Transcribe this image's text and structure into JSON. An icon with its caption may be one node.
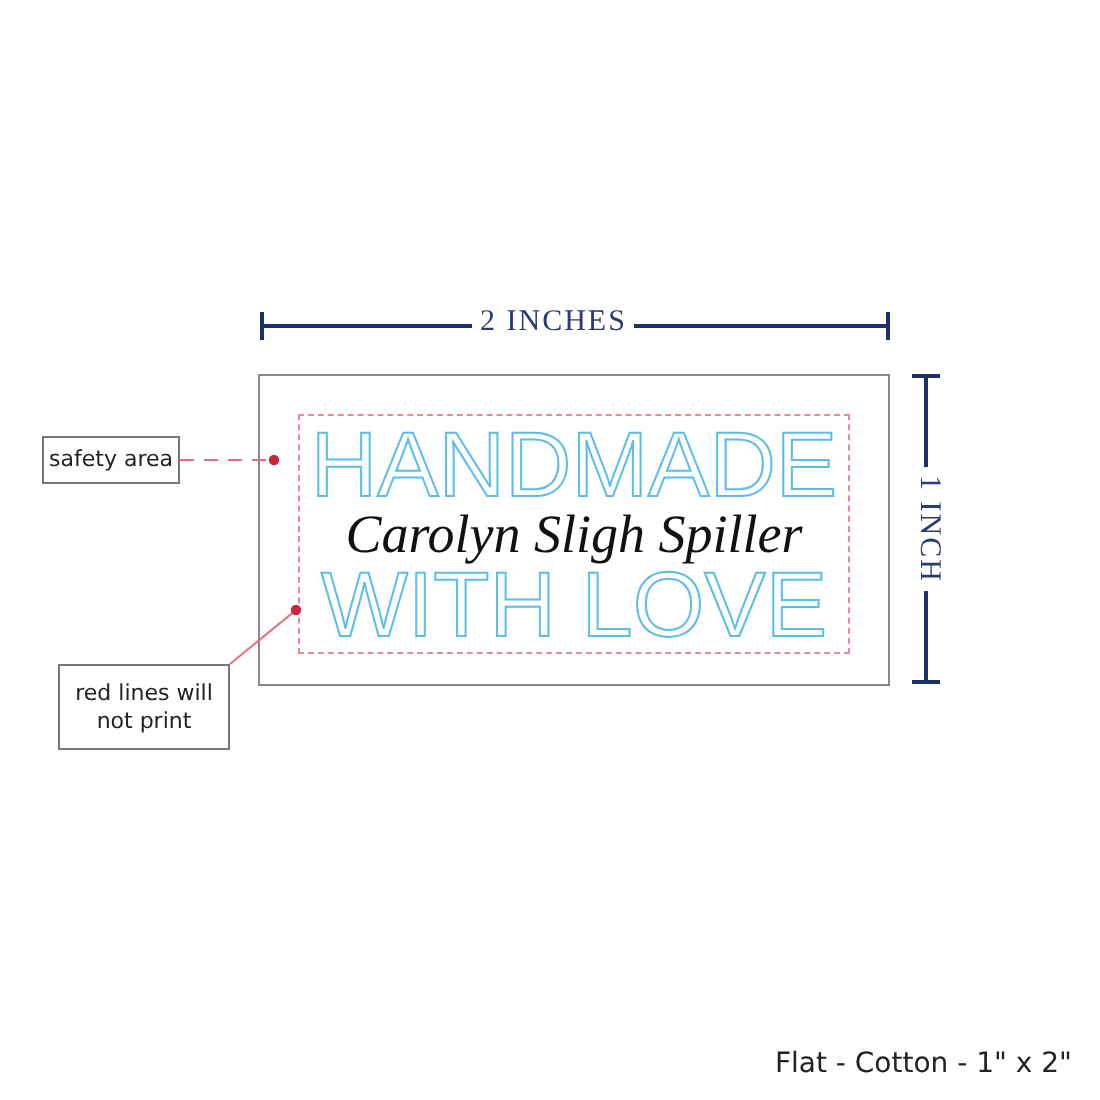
{
  "diagram": {
    "nodes": [
      {
        "text": [],
        "shape": "box"
      },
      {
        "text": [
          "HANDMADE",
          "Carolyn Sligh Spiller",
          "WITH LOVE"
        ],
        "in": 0
      },
      {
        "text": [
          "safety area"
        ]
      },
      {
        "text": [
          "red lines will not print"
        ]
      }
    ],
    "edges": [
      {
        "from": 2,
        "to": 1,
        "arrow": "other",
        "style": "dashed",
        "color": "#e0707e"
      },
      {
        "from": 3,
        "to": 1,
        "arrow": "other",
        "color": "#e0707e"
      }
    ],
    "labels": [
      "2 INCHES",
      "1 INCH",
      "Flat - Cotton - 1\" x 2\""
    ]
  }
}
